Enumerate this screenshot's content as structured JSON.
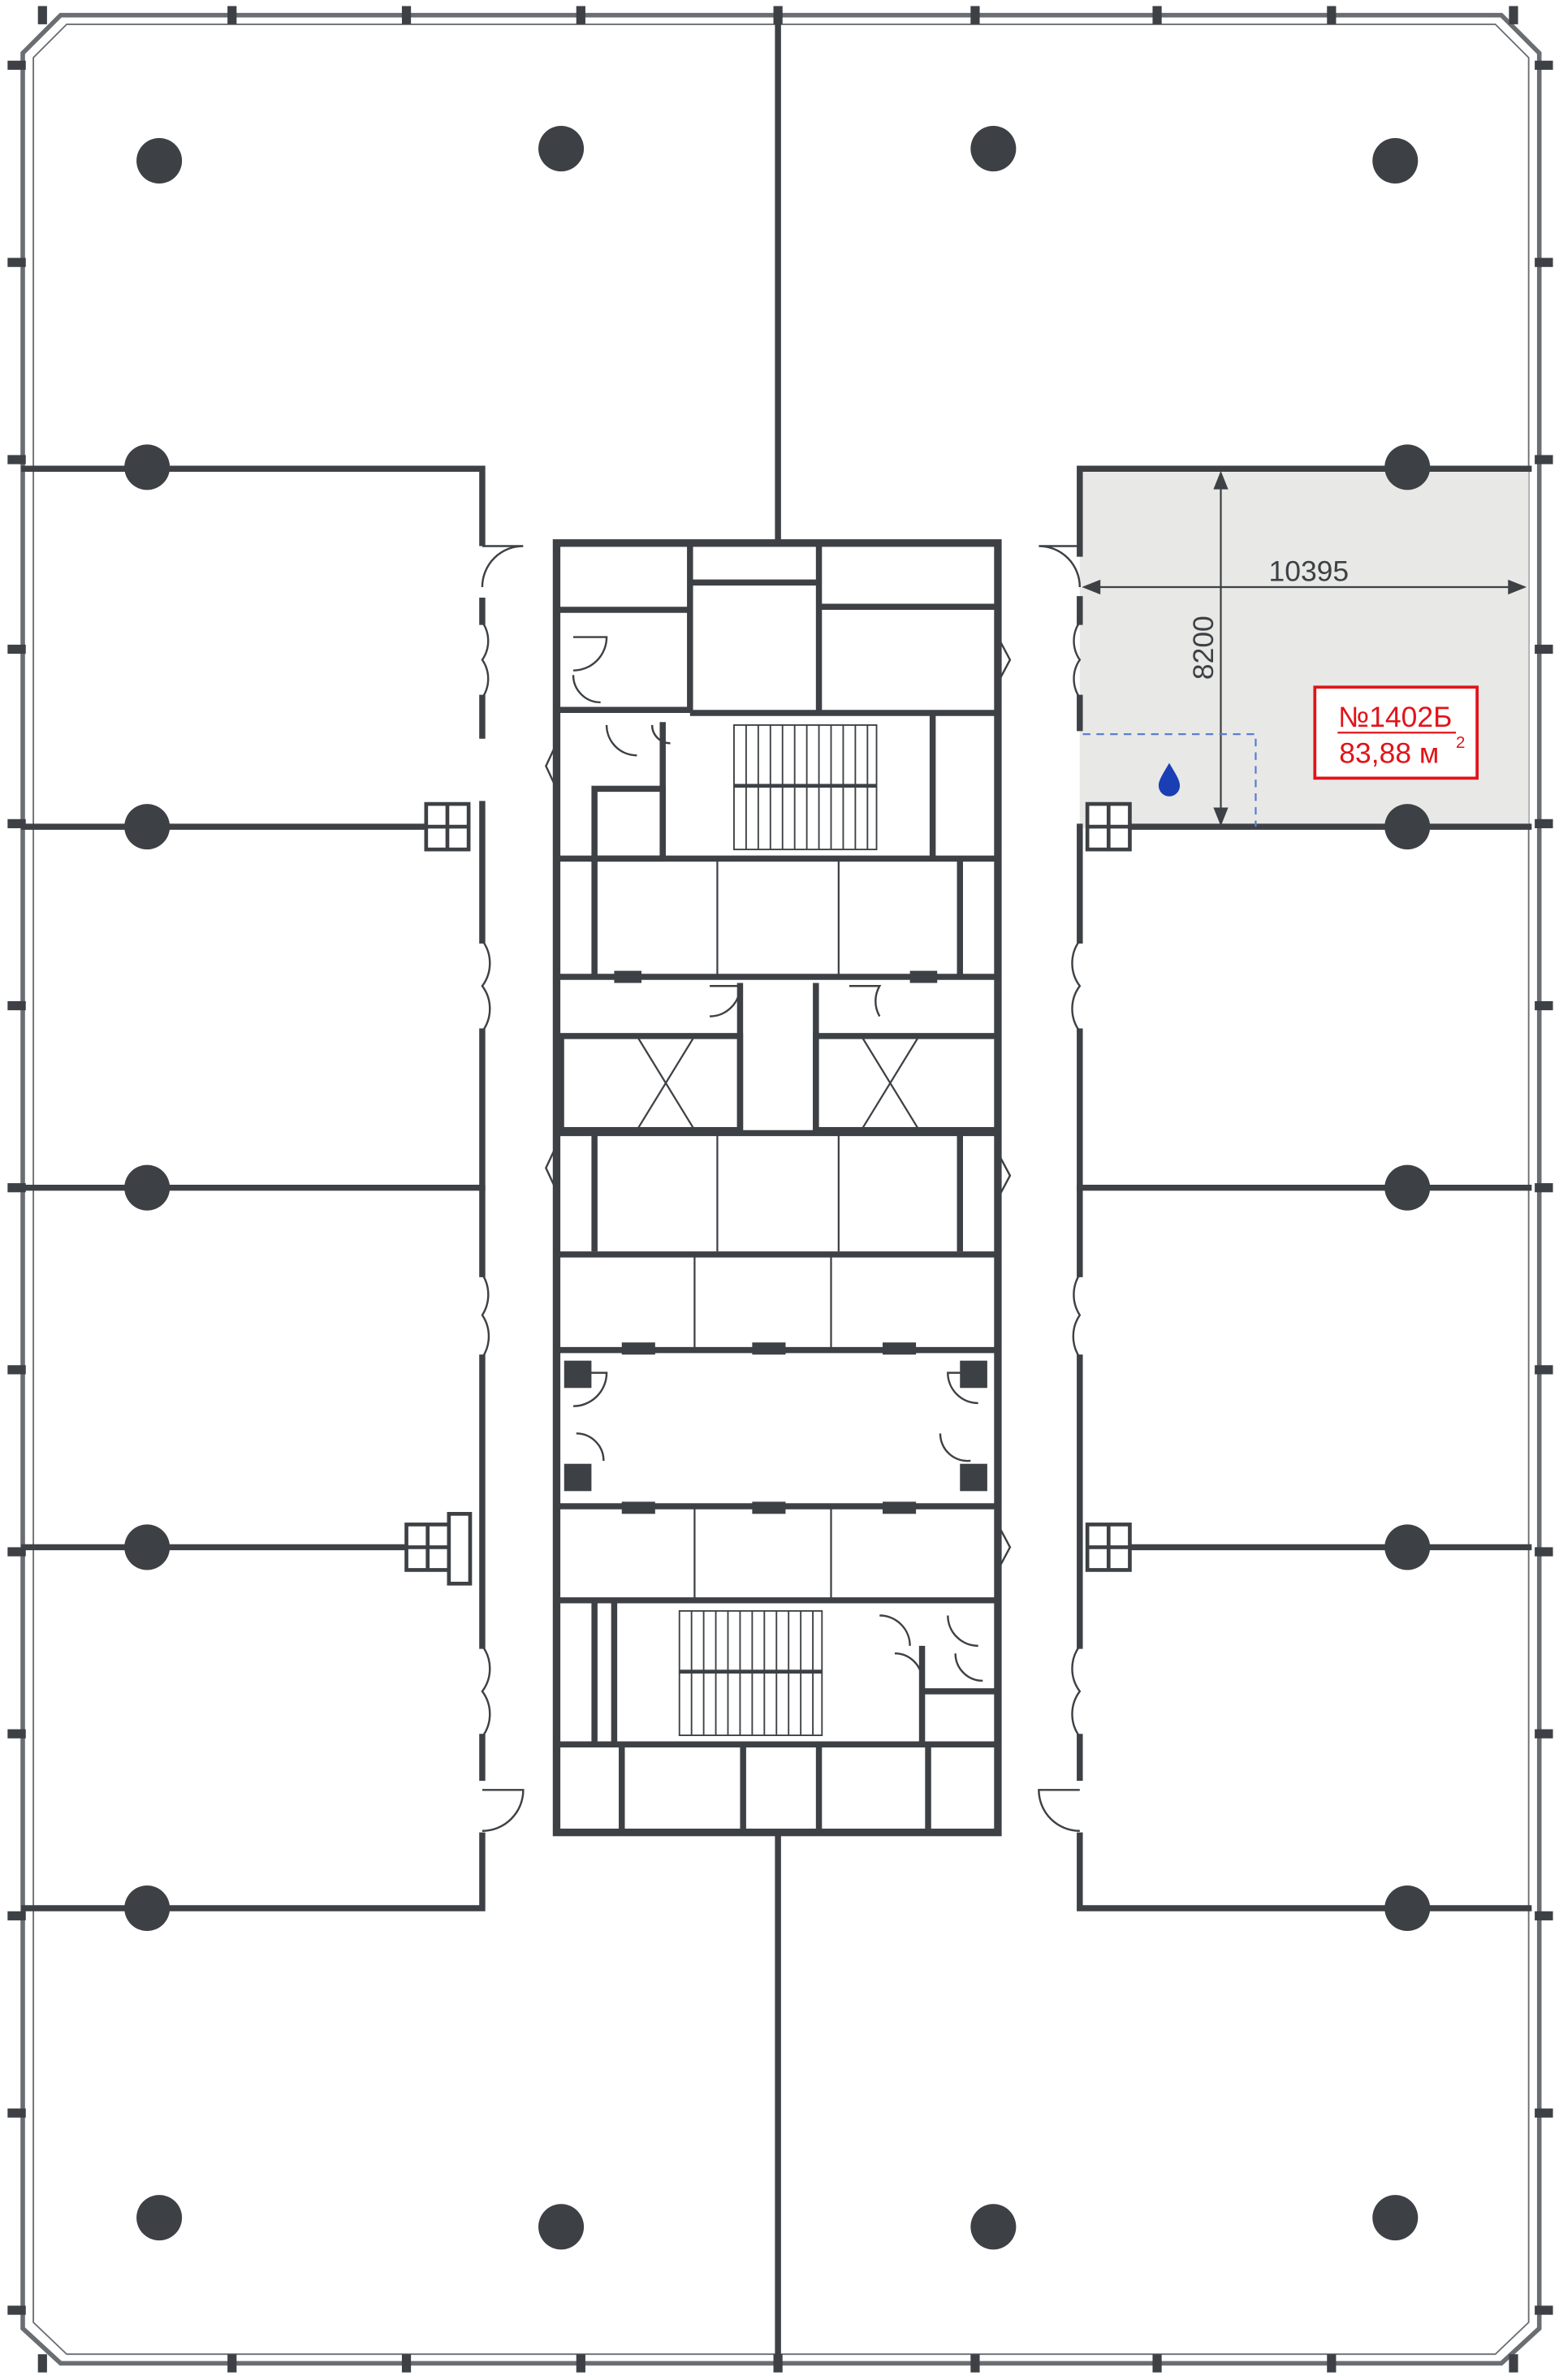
{
  "colors": {
    "wall": "#3d4145",
    "outer_wall": "#6a6e72",
    "highlight_fill": "#e8e8e6",
    "accent": "#e0141a",
    "water": "#1a3fb5",
    "dashed": "#5a7fd0"
  },
  "unit": {
    "number": "№1402Б",
    "area": "83,88 м",
    "area_sup": "2"
  },
  "dimensions": {
    "width": "10395",
    "height": "8200"
  },
  "icons": {
    "water_point": "water-drop-icon"
  }
}
